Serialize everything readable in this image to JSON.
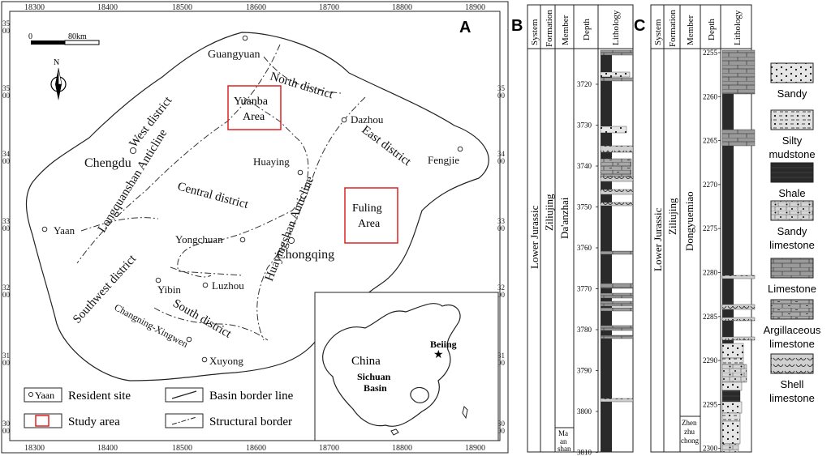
{
  "panel_a": {
    "panel_label": "A",
    "x_ticks": [
      "18300",
      "18400",
      "18500",
      "18600",
      "18700",
      "18800",
      "18900"
    ],
    "y_ticks_left": [
      {
        "a": "35",
        "b": "00"
      },
      {
        "a": "34",
        "b": "00"
      },
      {
        "a": "33",
        "b": "00"
      },
      {
        "a": "32",
        "b": "00"
      },
      {
        "a": "31",
        "b": "00"
      },
      {
        "a": "35",
        "b": "00"
      },
      {
        "a": "30",
        "b": "00"
      }
    ],
    "y_ticks_right": [
      {
        "a": "35",
        "b": "00"
      },
      {
        "a": "34",
        "b": "00"
      },
      {
        "a": "33",
        "b": "00"
      },
      {
        "a": "32",
        "b": "00"
      },
      {
        "a": "31",
        "b": "00"
      },
      {
        "a": "30",
        "b": "00"
      }
    ],
    "scale_start": "0",
    "scale_end": "80km",
    "north_label": "N",
    "cities": {
      "guangyuan": "Guangyuan",
      "dazhou": "Dazhou",
      "fengjie": "Fengjie",
      "chengdu": "Chengdu",
      "huaying": "Huaying",
      "yaan": "Yaan",
      "yongchuan": "Yongchuan",
      "chongqing": "Chongqing",
      "yibin": "Yibin",
      "luzhou": "Luzhou",
      "xuyong": "Xuyong"
    },
    "districts": {
      "north": "North district",
      "west": "West district",
      "east": "East district",
      "central": "Central district",
      "southwest": "Southwest district",
      "south": "South district"
    },
    "structures": {
      "longquanshan": "Longquanshan  Anticline",
      "huayingshan": "Huayingshan  Anticline",
      "changning": "Changning-Xingwen"
    },
    "study_areas": {
      "yuanba_1": "Yuanba",
      "yuanba_2": "Area",
      "fuling_1": "Fuling",
      "fuling_2": "Area"
    },
    "legend": {
      "yaan": "Yaan",
      "resident": "Resident site",
      "study": "Study area",
      "basin_border": "Basin border line",
      "structural": "Structural border"
    },
    "inset": {
      "china": "China",
      "beijing": "Beiing",
      "sichuan_1": "Sichuan",
      "sichuan_2": "Basin"
    },
    "colors": {
      "study_area": "#e02020"
    }
  },
  "panel_b": {
    "panel_label": "B",
    "headers": {
      "system": "System",
      "formation": "Formation",
      "member": "Member",
      "depth": "Depth",
      "lithology": "Lithology"
    },
    "system": "Lower Jurassic",
    "formation": "Ziliujing",
    "member": "Da'anzhai",
    "member_bottom": [
      "Ma",
      "an",
      "shan"
    ],
    "depth_ticks": [
      "3720",
      "3730",
      "3740",
      "3750",
      "3760",
      "3770",
      "3780",
      "3790",
      "3800",
      "3810"
    ]
  },
  "panel_c": {
    "panel_label": "C",
    "headers": {
      "system": "System",
      "formation": "Formation",
      "member": "Member",
      "depth": "Depth",
      "lithology": "Lithology"
    },
    "system": "Lower Jurassic",
    "formation": "Ziliujing",
    "member": "Dongyuemiao",
    "member_bottom": [
      "Zhen",
      "zhu",
      "chong"
    ],
    "depth_ticks": [
      "2255",
      "2260",
      "2265",
      "2270",
      "2275",
      "2280",
      "2285",
      "2290",
      "2295",
      "2300"
    ]
  },
  "lithology_legend": [
    {
      "pattern": "sandy",
      "lines": [
        "Sandy"
      ]
    },
    {
      "pattern": "silty",
      "lines": [
        "Silty",
        "mudstone"
      ]
    },
    {
      "pattern": "shale",
      "lines": [
        "Shale"
      ]
    },
    {
      "pattern": "sandylime",
      "lines": [
        "Sandy",
        "limestone"
      ]
    },
    {
      "pattern": "limestone",
      "lines": [
        "Limestone"
      ]
    },
    {
      "pattern": "argil",
      "lines": [
        "Argillaceous",
        "limestone"
      ]
    },
    {
      "pattern": "shell",
      "lines": [
        "Shell",
        "limestone"
      ]
    }
  ]
}
